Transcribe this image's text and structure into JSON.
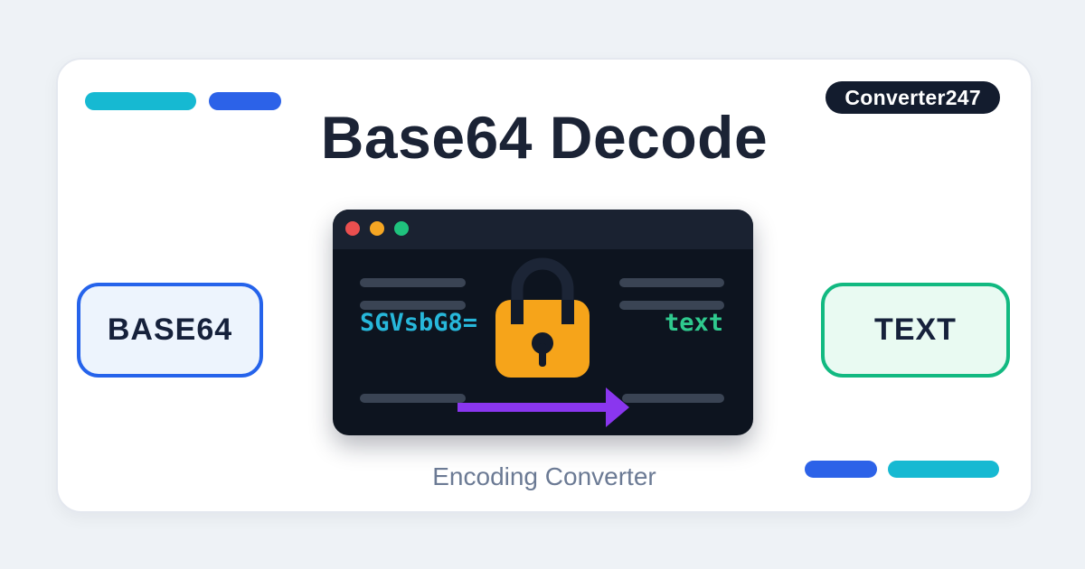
{
  "brand": {
    "badge_label": "Converter247"
  },
  "header": {
    "title": "Base64 Decode"
  },
  "conversion": {
    "source_label": "BASE64",
    "target_label": "TEXT"
  },
  "terminal": {
    "encoded_sample": "SGVsbG8=",
    "decoded_sample": "text",
    "window_dots": [
      "close",
      "minimize",
      "maximize"
    ]
  },
  "footer": {
    "subtitle": "Encoding Converter"
  },
  "colors": {
    "page_bg": "#eef2f6",
    "card_bg": "#ffffff",
    "card_border": "#e4e8ef",
    "accent_cyan": "#16b9d2",
    "accent_blue": "#2c62e8",
    "badge_bg": "#131c2e",
    "title_text": "#1b2335",
    "terminal_body": "#0d141f",
    "terminal_header": "#1a2231",
    "placeholder_bar": "#3a4454",
    "code_cyan": "#27b7da",
    "code_green": "#2fc98e",
    "lock_orange": "#f6a41a",
    "lock_dark": "#121a29",
    "arrow_purple": "#8a36ef",
    "source_border": "#2563eb",
    "source_bg": "#edf4fd",
    "target_border": "#12b981",
    "target_bg": "#e9faf2",
    "subtitle_text": "#6b7a94",
    "dot_red": "#ea4f4f",
    "dot_yellow": "#f5a623",
    "dot_green": "#1fc27d"
  }
}
